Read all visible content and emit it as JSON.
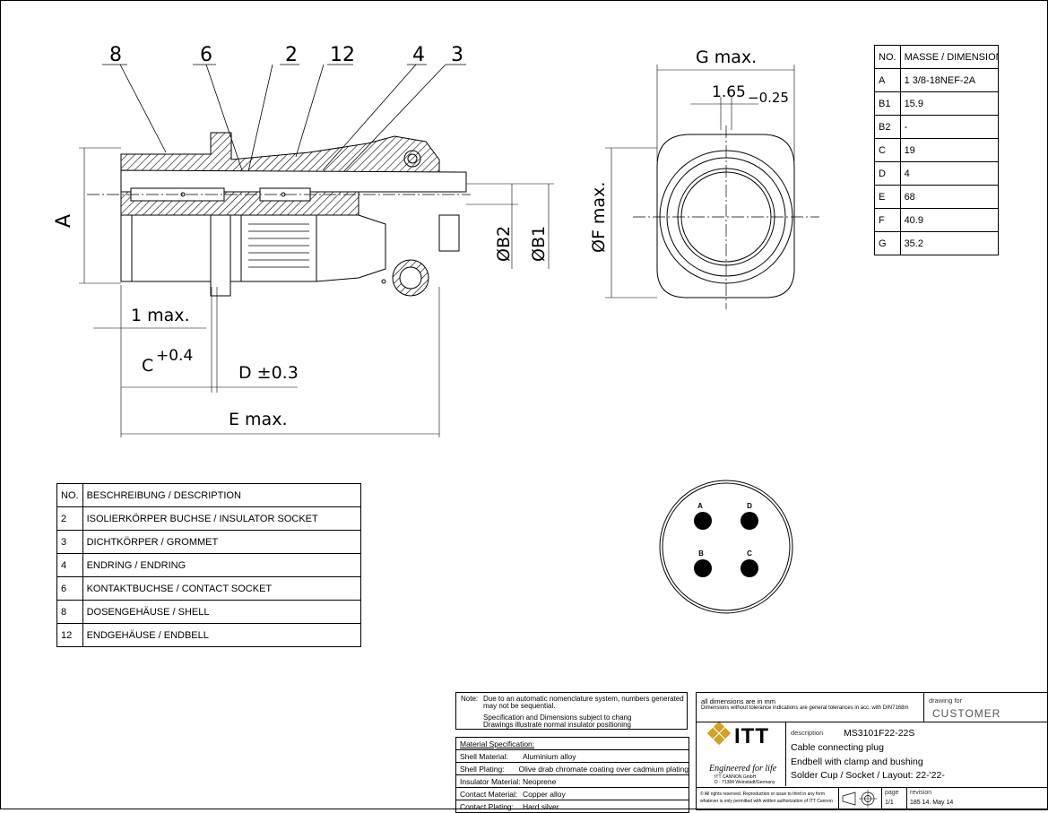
{
  "drawing": {
    "callouts": [
      "8",
      "6",
      "2",
      "12",
      "4",
      "3"
    ],
    "dims": {
      "A": "A",
      "one_max": "1 max.",
      "c": "C",
      "c_tol": "+0.4",
      "d": "D ±0.3",
      "e": "E max.",
      "b1": "ØB1",
      "b2": "ØB2",
      "f": "ØF max.",
      "g": "G max.",
      "w165": "1.65",
      "w165_tol": "−0.25"
    },
    "pins": [
      "A",
      "D",
      "B",
      "C"
    ]
  },
  "dimension_table": {
    "headers": [
      "NO.",
      "MASSE / DIMENSION"
    ],
    "rows": [
      [
        "A",
        "1 3/8-18NEF-2A"
      ],
      [
        "B1",
        "15.9"
      ],
      [
        "B2",
        "-"
      ],
      [
        "C",
        "19"
      ],
      [
        "D",
        "4"
      ],
      [
        "E",
        "68"
      ],
      [
        "F",
        "40.9"
      ],
      [
        "G",
        "35.2"
      ]
    ]
  },
  "description_table": {
    "headers": [
      "NO.",
      "BESCHREIBUNG / DESCRIPTION"
    ],
    "rows": [
      [
        "2",
        "ISOLIERKÖRPER BUCHSE / INSULATOR SOCKET"
      ],
      [
        "3",
        "DICHTKÖRPER / GROMMET"
      ],
      [
        "4",
        "ENDRING / ENDRING"
      ],
      [
        "6",
        "KONTAKTBUCHSE / CONTACT SOCKET"
      ],
      [
        "8",
        "DOSENGEHÄUSE / SHELL"
      ],
      [
        "12",
        "ENDGEHÄUSE / ENDBELL"
      ]
    ]
  },
  "note": {
    "label": "Note:",
    "line1": "Due to an automatic nomenclature system, numbers generated",
    "line2": "may not be sequential.",
    "line3": "Specification and Dimensions subject to chang",
    "line4": "Drawings illustrate normal insulator positioning"
  },
  "material": {
    "title": "Material Specification:",
    "rows": [
      [
        "Shell Material:",
        "Aluminium alloy"
      ],
      [
        "Shell Plating:",
        "Olive drab chromate coating over cadmium plating"
      ],
      [
        "Insulator Material:",
        "Neoprene"
      ],
      [
        "Contact Material:",
        "Copper alloy"
      ],
      [
        "Contact Plating:",
        "Hard silver"
      ]
    ]
  },
  "title_block": {
    "dims_line1": "all dimensions are in mm",
    "dims_line2": "Dimensions without tolerance indications are general tolerances in acc. with DIN7168m",
    "drawing_for_label": "drawing for",
    "drawing_for": "CUSTOMER",
    "logo": "ITT",
    "tagline": "Engineered for life",
    "company_line1": "ITT CANNON GmbH",
    "company_line2": "D - 71384 Weinstadt/Germany",
    "description_label": "description",
    "part_number": "MS3101F22-22S",
    "desc1": "Cable connecting plug",
    "desc2": "Endbell with clamp and bushing",
    "desc3": "Solder Cup / Socket / Layout: 22-'22-",
    "copyright1": "© All rights reserved. Reproduction or issue to third in any form",
    "copyright2": "whatever is only permitted with written authorization of ITT Cannon",
    "page_label": "page",
    "page": "1/1",
    "revision_label": "revision",
    "revision": "185 14. May 14"
  }
}
